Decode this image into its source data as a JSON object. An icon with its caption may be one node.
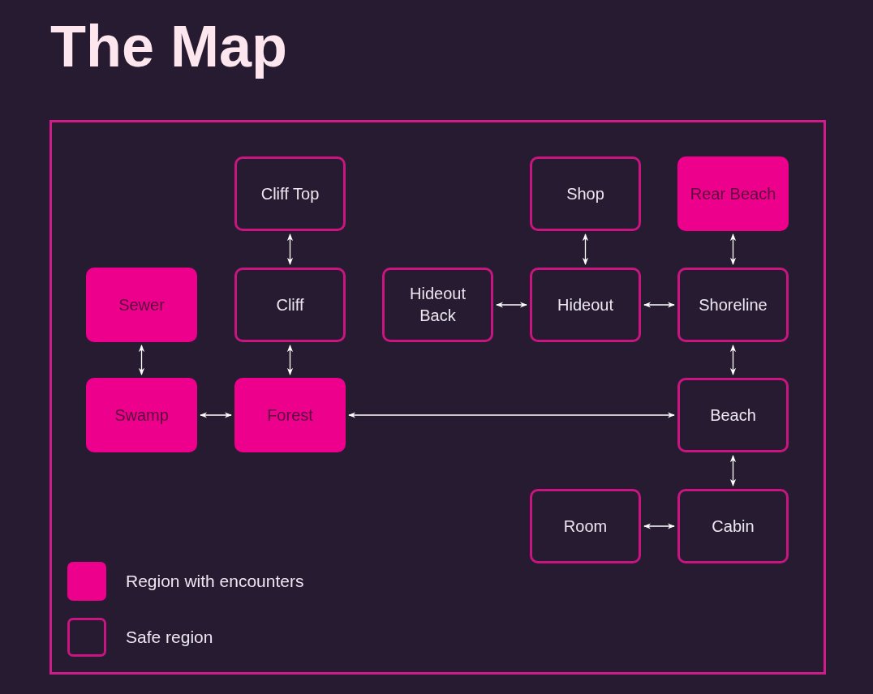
{
  "diagram": {
    "title": "The Map",
    "nodes": [
      {
        "text": [
          "Cliff Top"
        ]
      },
      {
        "text": [
          "Shop"
        ]
      },
      {
        "text": [
          "Rear Beach"
        ]
      },
      {
        "text": [
          "Sewer"
        ]
      },
      {
        "text": [
          "Cliff"
        ]
      },
      {
        "text": [
          "Hideout Back"
        ]
      },
      {
        "text": [
          "Hideout"
        ]
      },
      {
        "text": [
          "Shoreline"
        ]
      },
      {
        "text": [
          "Swamp"
        ]
      },
      {
        "text": [
          "Forest"
        ]
      },
      {
        "text": [
          "Beach"
        ]
      },
      {
        "text": [
          "Room"
        ]
      },
      {
        "text": [
          "Cabin"
        ]
      }
    ],
    "edges": [
      {
        "from": 0,
        "to": 4,
        "arrow": "both"
      },
      {
        "from": 1,
        "to": 6,
        "arrow": "both"
      },
      {
        "from": 2,
        "to": 7,
        "arrow": "both"
      },
      {
        "from": 3,
        "to": 8,
        "arrow": "both"
      },
      {
        "from": 4,
        "to": 9,
        "arrow": "both"
      },
      {
        "from": 5,
        "to": 6,
        "arrow": "both"
      },
      {
        "from": 6,
        "to": 7,
        "arrow": "both"
      },
      {
        "from": 7,
        "to": 10,
        "arrow": "both"
      },
      {
        "from": 8,
        "to": 9,
        "arrow": "both"
      },
      {
        "from": 9,
        "to": 10,
        "arrow": "both"
      },
      {
        "from": 10,
        "to": 12,
        "arrow": "both"
      },
      {
        "from": 11,
        "to": 12,
        "arrow": "both"
      }
    ],
    "legend": [
      {
        "text": "Region with encounters",
        "color": "#ec008c"
      },
      {
        "text": "Safe region"
      }
    ]
  }
}
